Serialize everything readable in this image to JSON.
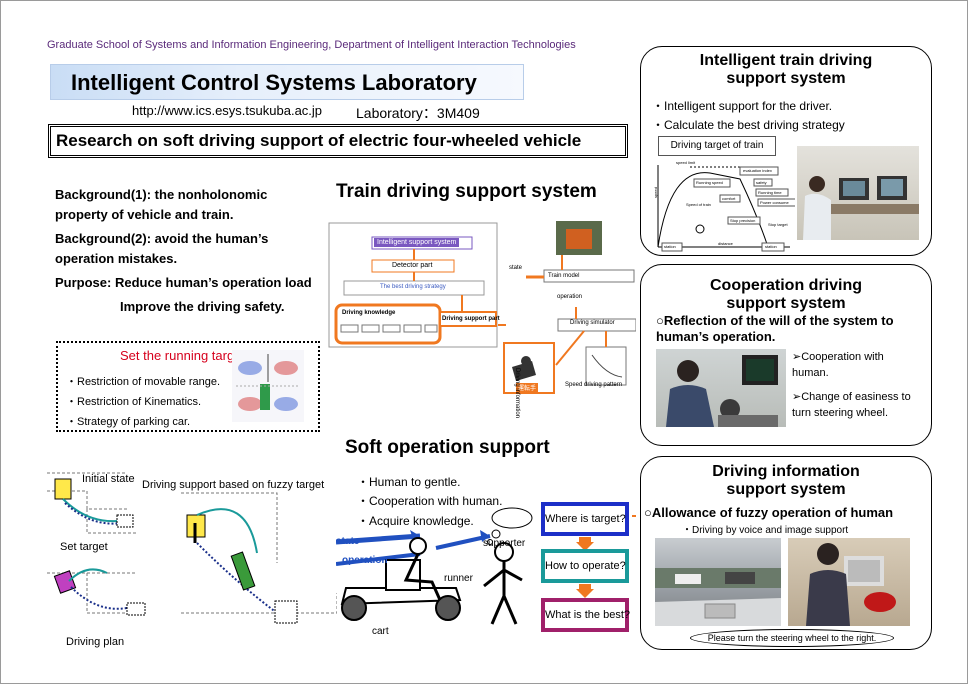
{
  "header": {
    "graduate_school": "Graduate School of Systems and Information Engineering, Department of Intelligent  Interaction Technologies",
    "lab_name": "Intelligent Control  Systems Laboratory",
    "url": "http://www.ics.esys.tsukuba.ac.jp",
    "lab_room": "Laboratory：3M409",
    "research_title": "Research on soft driving support of electric four-wheeled vehicle"
  },
  "background": {
    "bg1_line1": "Background(1): the nonholonomic",
    "bg1_line2": "property of vehicle and train.",
    "bg2_line1": "Background(2): avoid the human’s",
    "bg2_line2": "operation mistakes.",
    "purpose_line1": "Purpose: Reduce human’s operation load",
    "purpose_line2": "Improve the driving safety."
  },
  "running_target": {
    "title": "Set the running target",
    "items": [
      "Restriction of movable range.",
      "Restriction of Kinematics.",
      "Strategy of parking car."
    ]
  },
  "train_system": {
    "heading": "Train driving support system",
    "intelligent_support": "Intelligent support system",
    "detector": "Detector part",
    "best_strategy": "The best driving strategy",
    "driving_knowledge": "Driving knowledge",
    "driving_support_part": "Driving support part",
    "train_model": "Train model",
    "state": "state",
    "operation": "operation",
    "driving_simulator": "Driving simulator",
    "speed_pattern": "Speed driving pattern",
    "driver_label": "運転手",
    "driving_info_vertical": "Driving information"
  },
  "fuzzy": {
    "initial_state": "Initial state",
    "driving_support": "Driving support based on fuzzy target",
    "set_target": "Set target",
    "driving_plan": "Driving plan"
  },
  "soft_operation": {
    "heading": "Soft operation support",
    "items": [
      "Human to gentle.",
      "Cooperation with human.",
      "Acquire knowledge."
    ],
    "state": "state",
    "operation": "operation",
    "supporter": "supporter",
    "runner": "runner",
    "cart": "cart",
    "q1": "Where is target?",
    "q2": "How to operate?",
    "q3": "What is the best?"
  },
  "intelligent_train": {
    "title_line1": "Intelligent train driving",
    "title_line2": "support system",
    "items": [
      "Intelligent support for the driver.",
      "Calculate the best driving strategy"
    ],
    "chart_title": "Driving target of train",
    "speed_limit": "speed limit",
    "speed": "speed",
    "running_speed": "Running speed",
    "evaluation_index": "evaluation index",
    "safety": "safety",
    "running_time": "Running time",
    "comfort": "comfort",
    "power_consume": "Power consume",
    "stop_precision": "Stop precision",
    "stop_target": "Stop target",
    "speed_of_train": "Speed of train",
    "distance": "distance",
    "station": "station"
  },
  "cooperation": {
    "title_line1": "Cooperation driving",
    "title_line2": "support system",
    "subtitle_line1": "Reflection of the will of the system to",
    "subtitle_line2": "human’s operation.",
    "bullet1_line1": "Cooperation with",
    "bullet1_line2": "human.",
    "bullet2_line1": "Change of easiness to",
    "bullet2_line2": "turn steering wheel."
  },
  "driving_info": {
    "title_line1": "Driving information",
    "title_line2": "support system",
    "subtitle": "Allowance of fuzzy operation of human",
    "subtitle2": "・Driving by voice and image support",
    "speech": "Please turn the steering wheel to the right."
  },
  "colors": {
    "purple_text": "#5a2a7a",
    "red_title": "#d6001c",
    "orange_arrow": "#f07820",
    "blue_arrow": "#2050c0",
    "q1_border": "#1c2fc8",
    "q2_border": "#1a9a9a",
    "q3_border": "#a0206a"
  }
}
